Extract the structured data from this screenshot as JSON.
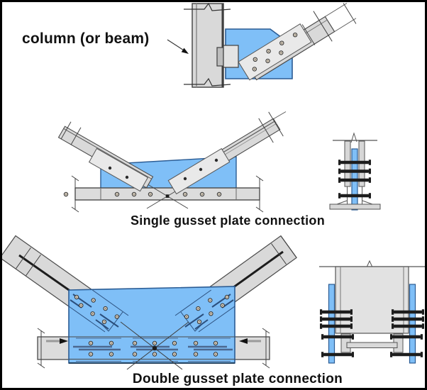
{
  "figure": {
    "background": "#ffffff",
    "frame_color": "#000000"
  },
  "labels": {
    "column": "column (or beam)",
    "single_caption": "Single gusset plate connection",
    "double_caption": "Double gusset plate connection"
  },
  "colors": {
    "gusset_plate_blue": "#7fbff7",
    "gusset_outline_blue": "#2b5c94",
    "steel_gray": "#dcdcdc",
    "steel_gray_light": "#e9e9e9",
    "outline_dark": "#444444",
    "bolt_bar_dark": "#1d1d1d",
    "bolt_head_tan": "#d8cfc0",
    "hidden_line_blue": "#2b4f7d",
    "text_color": "#111111"
  }
}
